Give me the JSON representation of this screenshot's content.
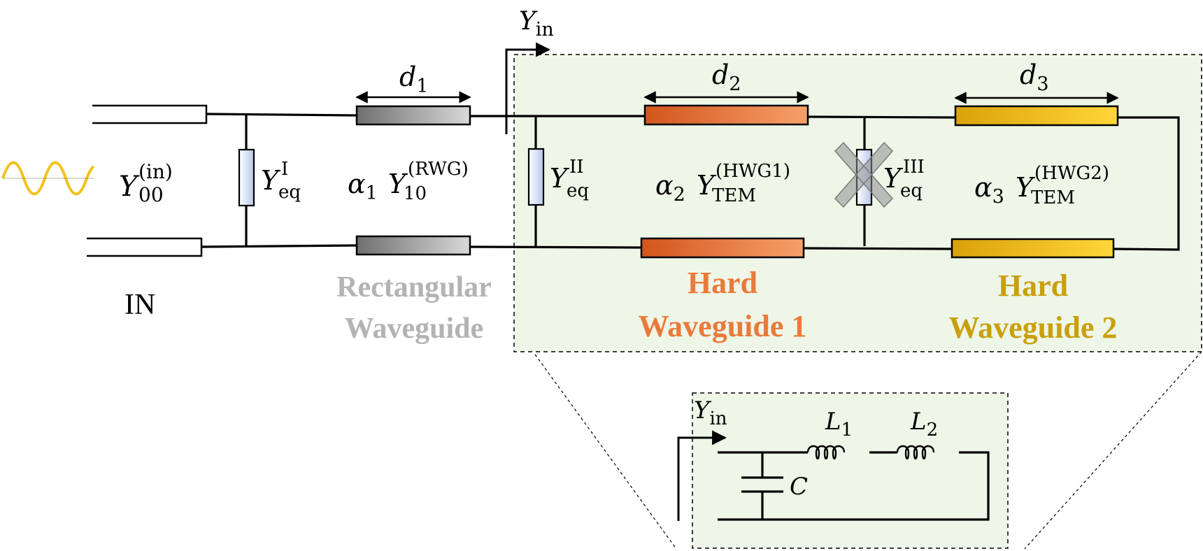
{
  "colors": {
    "green_bg": "#eef6e8",
    "rwg_gray": "#8c8c8c",
    "hwg1_orange": "#e8783a",
    "hwg2_gold": "#f2b80e",
    "label_gray": "#b3b3b3",
    "label_orange": "#ea7a3a",
    "label_gold": "#c9a00c",
    "wave_gold": "#f2c21a"
  },
  "symbols": {
    "yin_main": {
      "base": "Y",
      "sub": "in"
    },
    "yin_inset": {
      "base": "Y",
      "sub": "in"
    },
    "d1": {
      "base": "d",
      "sub": "1"
    },
    "d2": {
      "base": "d",
      "sub": "2"
    },
    "d3": {
      "base": "d",
      "sub": "3"
    },
    "y00": {
      "base": "Y",
      "sub": "00",
      "sup": "(in)"
    },
    "yeq1": {
      "base": "Y",
      "sub": "eq",
      "sup": "I"
    },
    "yeq2": {
      "base": "Y",
      "sub": "eq",
      "sup": "II"
    },
    "yeq3": {
      "base": "Y",
      "sub": "eq",
      "sup": "III"
    },
    "rwg": {
      "alpha": "α",
      "alpha_sub": "1",
      "base": "Y",
      "sub": "10",
      "sup": "(RWG)"
    },
    "hwg1": {
      "alpha": "α",
      "alpha_sub": "2",
      "base": "Y",
      "sub": "TEM",
      "sup": "(HWG1)"
    },
    "hwg2": {
      "alpha": "α",
      "alpha_sub": "3",
      "base": "Y",
      "sub": "TEM",
      "sup": "(HWG2)"
    },
    "L1": {
      "base": "L",
      "sub": "1"
    },
    "L2": {
      "base": "L",
      "sub": "2"
    },
    "C": {
      "base": "C"
    }
  },
  "labels": {
    "in": "IN",
    "rect_line1": "Rectangular",
    "rect_line2": "Waveguide",
    "hwg1_line1": "Hard",
    "hwg1_line2": "Waveguide 1",
    "hwg2_line1": "Hard",
    "hwg2_line2": "Waveguide 2"
  }
}
